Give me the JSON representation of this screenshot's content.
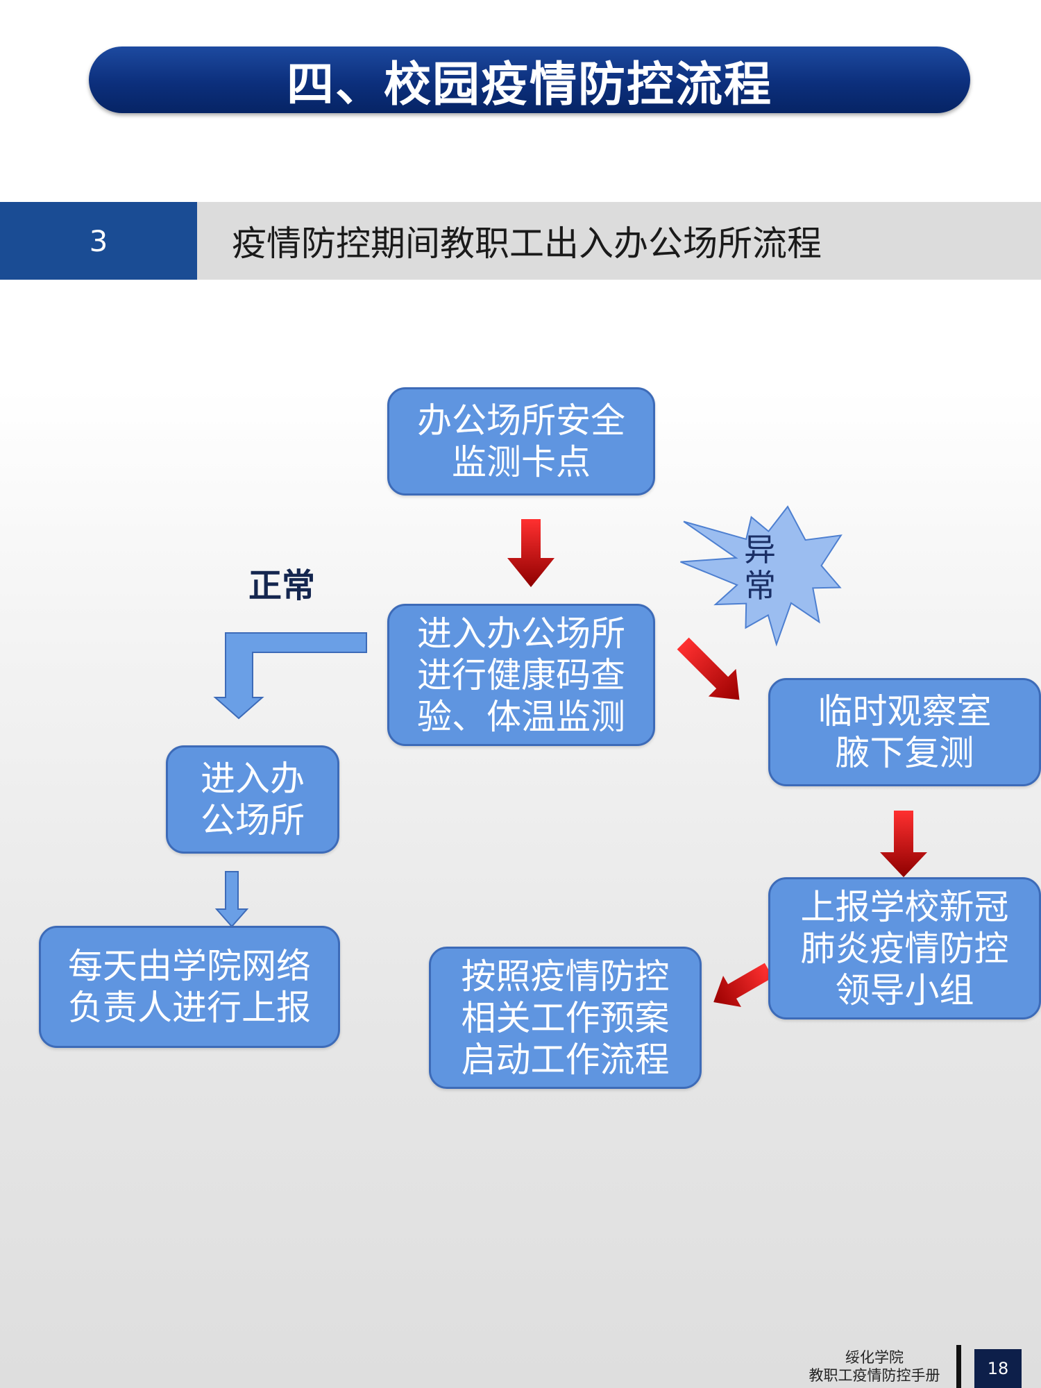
{
  "banner": {
    "title": "四、校园疫情防控流程"
  },
  "section": {
    "number": "3",
    "title": "疫情防控期间教职工出入办公场所流程"
  },
  "flow": {
    "checkpoint": "办公场所安全\n监测卡点",
    "enter_check": "进入办公场所\n进行健康码查\n验、体温监测",
    "normal_label": "正常",
    "abnormal_label": "异\n常",
    "enter_office": "进入办\n公场所",
    "daily_report": "每天由学院网络\n负责人进行上报",
    "observation": "临时观察室\n腋下复测",
    "report_leaders": "上报学校新冠\n肺炎疫情防控\n领导小组",
    "start_plan": "按照疫情防控\n相关工作预案\n启动工作流程"
  },
  "footer": {
    "school": "绥化学院",
    "manual": "教职工疫情防控手册",
    "page": "18"
  },
  "colors": {
    "banner": "#0c2f7c",
    "box": "#5f95e0",
    "section_num_bg": "#1a4c94",
    "red_arrow": "#c4000a"
  }
}
